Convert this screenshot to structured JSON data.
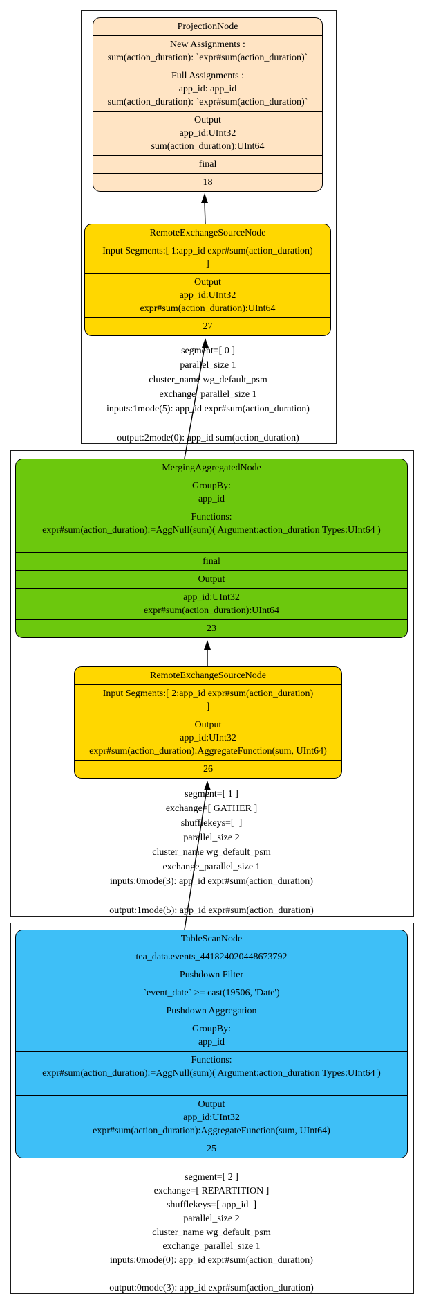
{
  "diagram": {
    "colors": {
      "bisque": "#FFE4C4",
      "gold": "#FFD700",
      "green": "#6CC80D",
      "blue": "#3EBFF7",
      "edge": "#000000",
      "cluster_border": "#1a1a1a"
    },
    "nodes": {
      "projection": {
        "title": "ProjectionNode",
        "color": "bisque",
        "rows": [
          [
            "New Assignments :",
            "sum(action_duration): `expr#sum(action_duration)`"
          ],
          [
            "Full Assignments :",
            "app_id: app_id",
            "sum(action_duration): `expr#sum(action_duration)`"
          ],
          [
            "Output",
            "app_id:UInt32",
            "sum(action_duration):UInt64"
          ],
          [
            "final"
          ],
          [
            "18"
          ]
        ]
      },
      "exchange1": {
        "title": "RemoteExchangeSourceNode",
        "color": "gold",
        "rows": [
          [
            "Input Segments:[ 1:app_id expr#sum(action_duration)",
            "]"
          ],
          [
            "Output",
            "app_id:UInt32",
            "expr#sum(action_duration):UInt64"
          ],
          [
            "27"
          ]
        ]
      },
      "merging": {
        "title": "MergingAggregatedNode",
        "color": "green",
        "rows": [
          [
            "GroupBy:",
            "app_id"
          ],
          [
            "Functions:",
            "expr#sum(action_duration):=AggNull(sum)( Argument:action_duration Types:UInt64 )",
            ""
          ],
          [
            "final"
          ],
          [
            "Output"
          ],
          [
            "app_id:UInt32",
            "expr#sum(action_duration):UInt64"
          ],
          [
            "23"
          ]
        ]
      },
      "exchange2": {
        "title": "RemoteExchangeSourceNode",
        "color": "gold",
        "rows": [
          [
            "Input Segments:[ 2:app_id expr#sum(action_duration)",
            "]"
          ],
          [
            "Output",
            "app_id:UInt32",
            "expr#sum(action_duration):AggregateFunction(sum, UInt64)"
          ],
          [
            "26"
          ]
        ]
      },
      "tablescan": {
        "title": "TableScanNode",
        "color": "blue",
        "rows": [
          [
            "tea_data.events_441824020448673792"
          ],
          [
            "Pushdown Filter"
          ],
          [
            "`event_date` >= cast(19506, 'Date')"
          ],
          [
            "Pushdown Aggregation"
          ],
          [
            "GroupBy:",
            "app_id"
          ],
          [
            "Functions:",
            "expr#sum(action_duration):=AggNull(sum)( Argument:action_duration Types:UInt64 )",
            ""
          ],
          [
            "Output",
            "app_id:UInt32",
            "expr#sum(action_duration):AggregateFunction(sum, UInt64)"
          ],
          [
            "25"
          ]
        ]
      }
    },
    "segments": [
      {
        "name": "segment-0",
        "label_lines": [
          "segment=[ 0 ]",
          "parallel_size 1",
          "cluster_name wg_default_psm",
          "exchange_parallel_size 1",
          "inputs:1mode(5): app_id expr#sum(action_duration)",
          "",
          "output:2mode(0): app_id sum(action_duration)"
        ]
      },
      {
        "name": "segment-1",
        "label_lines": [
          "segment=[ 1 ]",
          "exchange=[ GATHER ]",
          "shufflekeys=[  ]",
          "parallel_size 2",
          "cluster_name wg_default_psm",
          "exchange_parallel_size 1",
          "inputs:0mode(3): app_id expr#sum(action_duration)",
          "",
          "output:1mode(5): app_id expr#sum(action_duration)"
        ]
      },
      {
        "name": "segment-2",
        "label_lines": [
          "segment=[ 2 ]",
          "exchange=[ REPARTITION ]",
          "shufflekeys=[ app_id  ]",
          "parallel_size 2",
          "cluster_name wg_default_psm",
          "exchange_parallel_size 1",
          "inputs:0mode(0): app_id expr#sum(action_duration)",
          "",
          "output:0mode(3): app_id expr#sum(action_duration)"
        ]
      }
    ]
  }
}
